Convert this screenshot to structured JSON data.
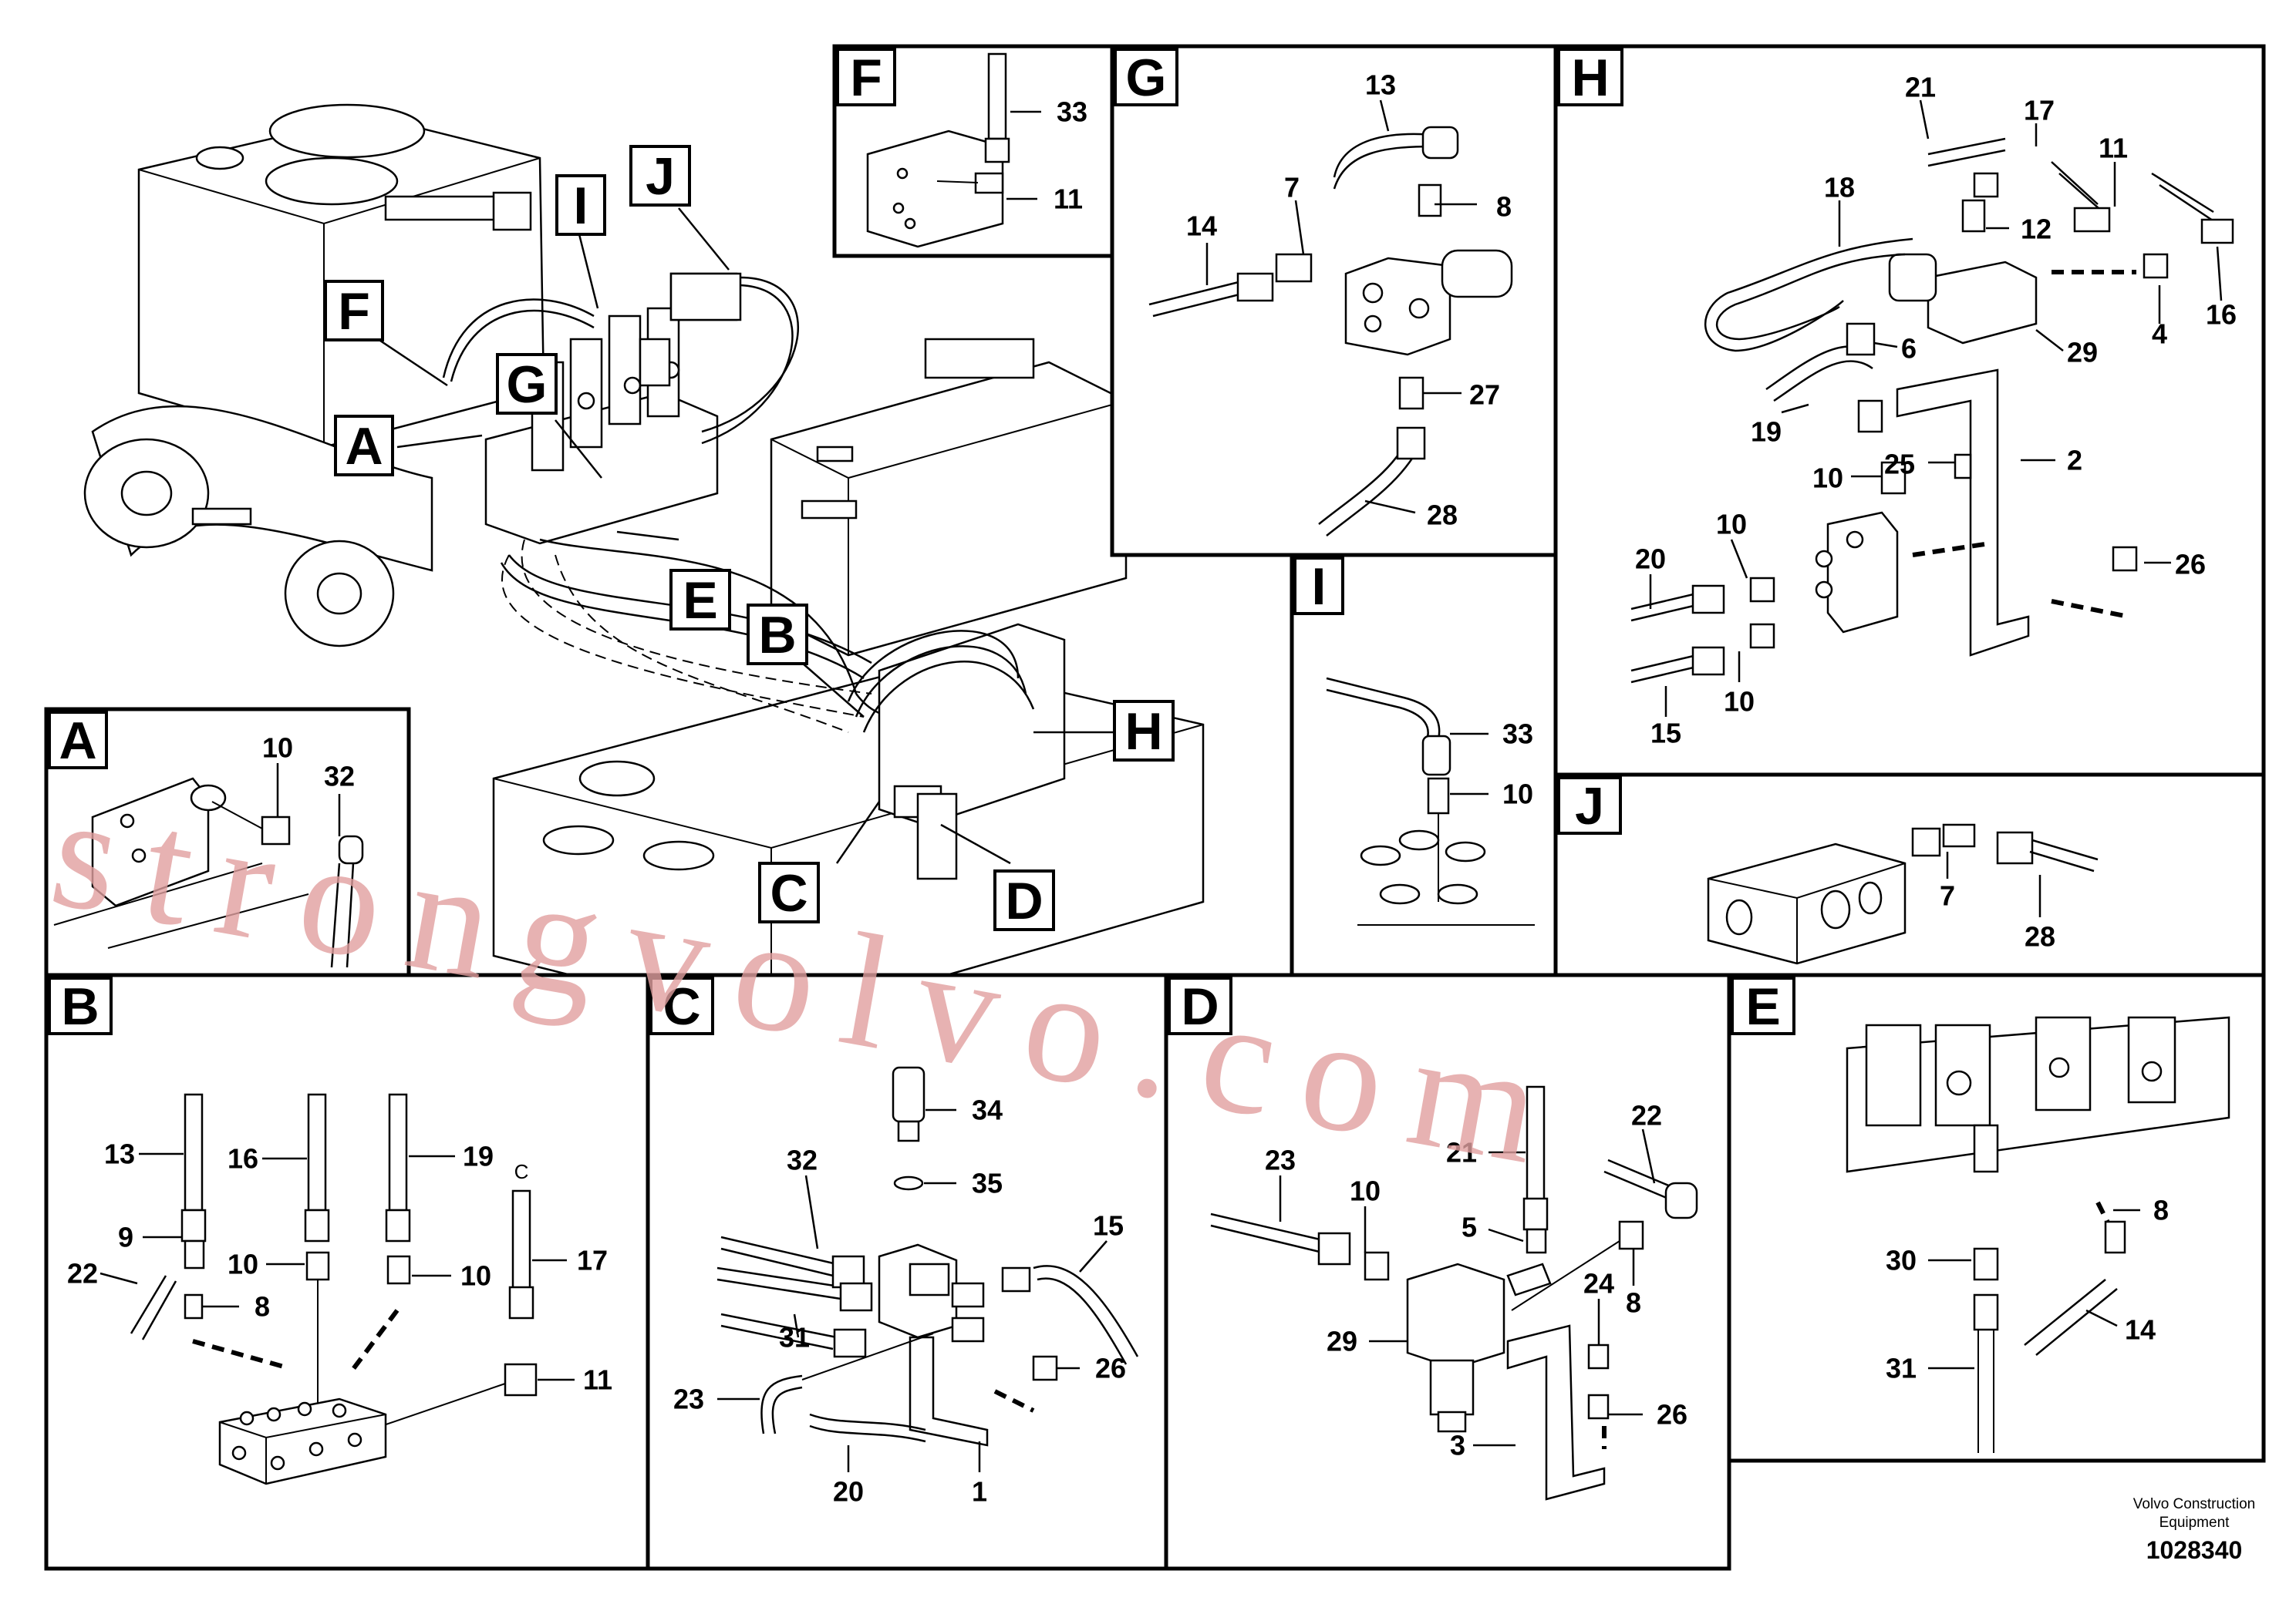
{
  "detail_tags": {
    "A": "A",
    "B": "B",
    "C": "C",
    "D": "D",
    "E": "E",
    "F": "F",
    "G": "G",
    "H": "H",
    "I": "I",
    "J": "J"
  },
  "parts": {
    "p1": "1",
    "p2": "2",
    "p3": "3",
    "p4": "4",
    "p5": "5",
    "p6": "6",
    "p7": "7",
    "p8": "8",
    "p9": "9",
    "p10": "10",
    "p11": "11",
    "p12": "12",
    "p13": "13",
    "p14": "14",
    "p15": "15",
    "p16": "16",
    "p17": "17",
    "p19": "19",
    "p18": "18",
    "p20": "20",
    "p21": "21",
    "p22": "22",
    "p23": "23",
    "p24": "24",
    "p25": "25",
    "p26": "26",
    "p27": "27",
    "p28": "28",
    "p29": "29",
    "p30": "30",
    "p31": "31",
    "p32": "32",
    "p33": "33",
    "p34": "34",
    "p35": "35"
  },
  "b_connection_label": "C",
  "footer": {
    "brand_line1": "Volvo Construction",
    "brand_line2": "Equipment",
    "doc_number": "1028340"
  },
  "watermark": "strongvolvo.com",
  "colors": {
    "line": "#000000",
    "watermark": "#e2a0a0",
    "background": "#ffffff"
  }
}
